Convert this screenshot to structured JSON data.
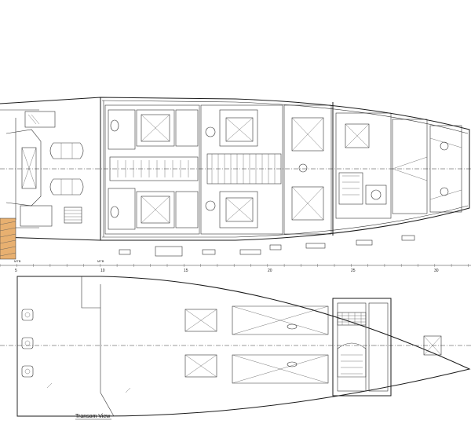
{
  "frame_labels": [
    "5",
    "10",
    "15",
    "20",
    "25",
    "30"
  ],
  "small_labels": [
    "MTB",
    "MTB"
  ],
  "view_title": "Transom  View",
  "colors": {
    "line": "#1a1a1a",
    "hatch": "#e8b070",
    "background": "#ffffff"
  }
}
